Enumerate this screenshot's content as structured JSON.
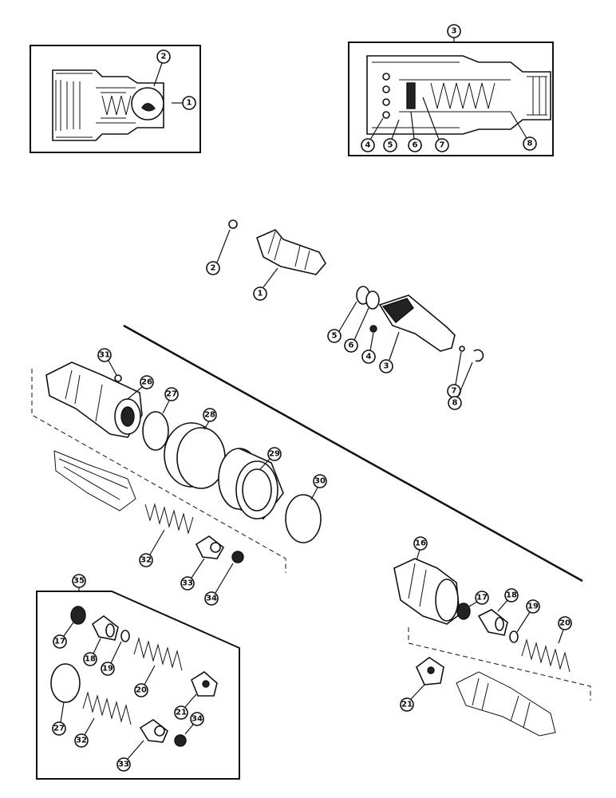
{
  "callouts": {
    "c1a": "1",
    "c2a": "2",
    "c3a": "3",
    "c4a": "4",
    "c5a": "5",
    "c6a": "6",
    "c7a": "7",
    "c8a": "8",
    "c2b": "2",
    "c1b": "1",
    "c5b": "5",
    "c6b": "6",
    "c4b": "4",
    "c3b": "3",
    "c7b": "7",
    "c8b": "8",
    "c31": "31",
    "c26": "26",
    "c27a": "27",
    "c28": "28",
    "c29": "29",
    "c30": "30",
    "c32a": "32",
    "c33a": "33",
    "c34a": "34",
    "c16": "16",
    "c17a": "17",
    "c18a": "18",
    "c19a": "19",
    "c20a": "20",
    "c21a": "21",
    "c35": "35",
    "c17b": "17",
    "c18b": "18",
    "c19b": "19",
    "c20b": "20",
    "c21b": "21",
    "c27b": "27",
    "c32b": "32",
    "c33b": "33",
    "c34b": "34"
  }
}
